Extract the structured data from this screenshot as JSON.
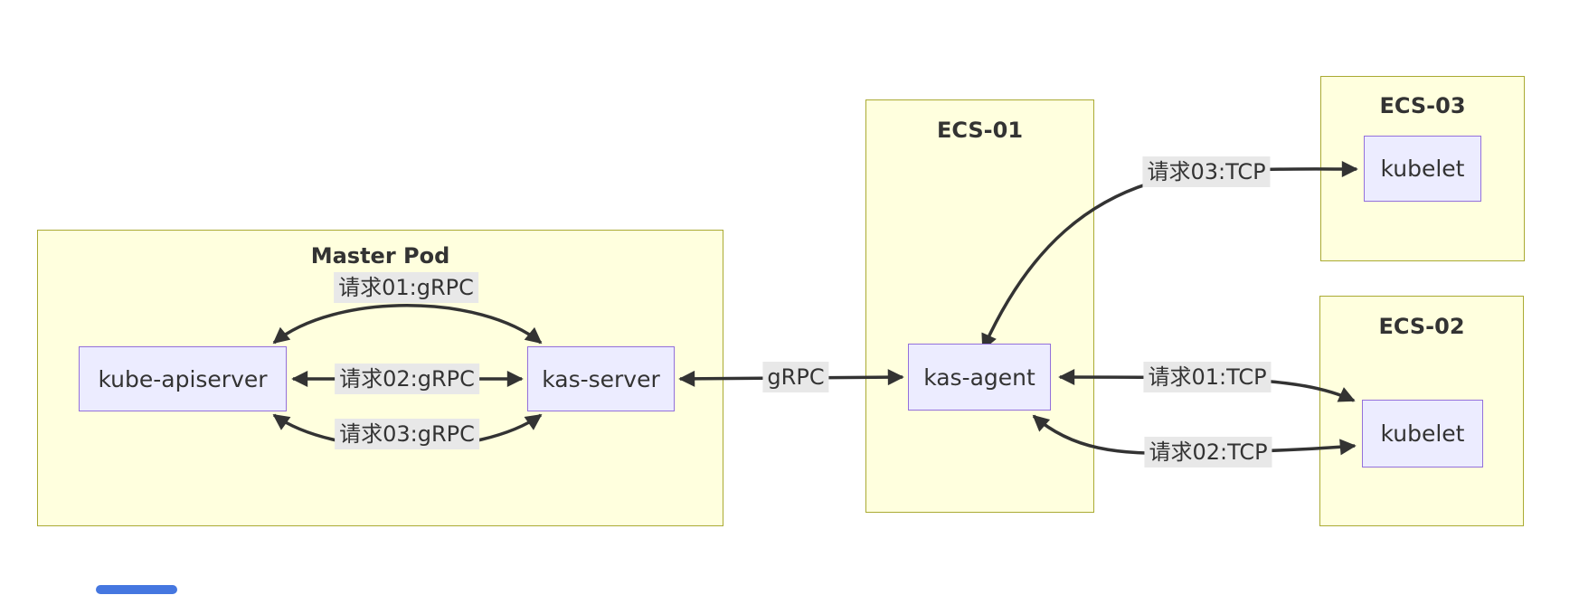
{
  "diagram": {
    "type": "flowchart",
    "direction": "LR",
    "groups": [
      {
        "id": "master-pod",
        "title": "Master Pod"
      },
      {
        "id": "ecs-01",
        "title": "ECS-01"
      },
      {
        "id": "ecs-03",
        "title": "ECS-03"
      },
      {
        "id": "ecs-02",
        "title": "ECS-02"
      }
    ],
    "nodes": [
      {
        "id": "kube-apiserver",
        "label": "kube-apiserver",
        "group": "Master Pod"
      },
      {
        "id": "kas-server",
        "label": "kas-server",
        "group": "Master Pod"
      },
      {
        "id": "kas-agent",
        "label": "kas-agent",
        "group": "ECS-01"
      },
      {
        "id": "kubelet-ecs03",
        "label": "kubelet",
        "group": "ECS-03"
      },
      {
        "id": "kubelet-ecs02",
        "label": "kubelet",
        "group": "ECS-02"
      }
    ],
    "edges": [
      {
        "from": "kube-apiserver",
        "to": "kas-server",
        "label": "请求01:gRPC",
        "direction": "bidirectional"
      },
      {
        "from": "kube-apiserver",
        "to": "kas-server",
        "label": "请求02:gRPC",
        "direction": "bidirectional"
      },
      {
        "from": "kube-apiserver",
        "to": "kas-server",
        "label": "请求03:gRPC",
        "direction": "bidirectional"
      },
      {
        "from": "kas-server",
        "to": "kas-agent",
        "label": "gRPC",
        "direction": "bidirectional"
      },
      {
        "from": "kas-agent",
        "to": "kubelet-ecs03",
        "label": "请求03:TCP",
        "direction": "bidirectional"
      },
      {
        "from": "kas-agent",
        "to": "kubelet-ecs02",
        "label": "请求01:TCP",
        "direction": "bidirectional"
      },
      {
        "from": "kas-agent",
        "to": "kubelet-ecs02",
        "label": "请求02:TCP",
        "direction": "bidirectional"
      }
    ],
    "colors": {
      "group_fill": "#ffffde",
      "group_border": "#aaaa33",
      "node_fill": "#ECECFF",
      "node_border": "#9370DB",
      "edge": "#333333",
      "edge_label_bg": "#e8e8e8",
      "text": "#333333",
      "scrollbar_thumb": "#4577e0"
    }
  }
}
